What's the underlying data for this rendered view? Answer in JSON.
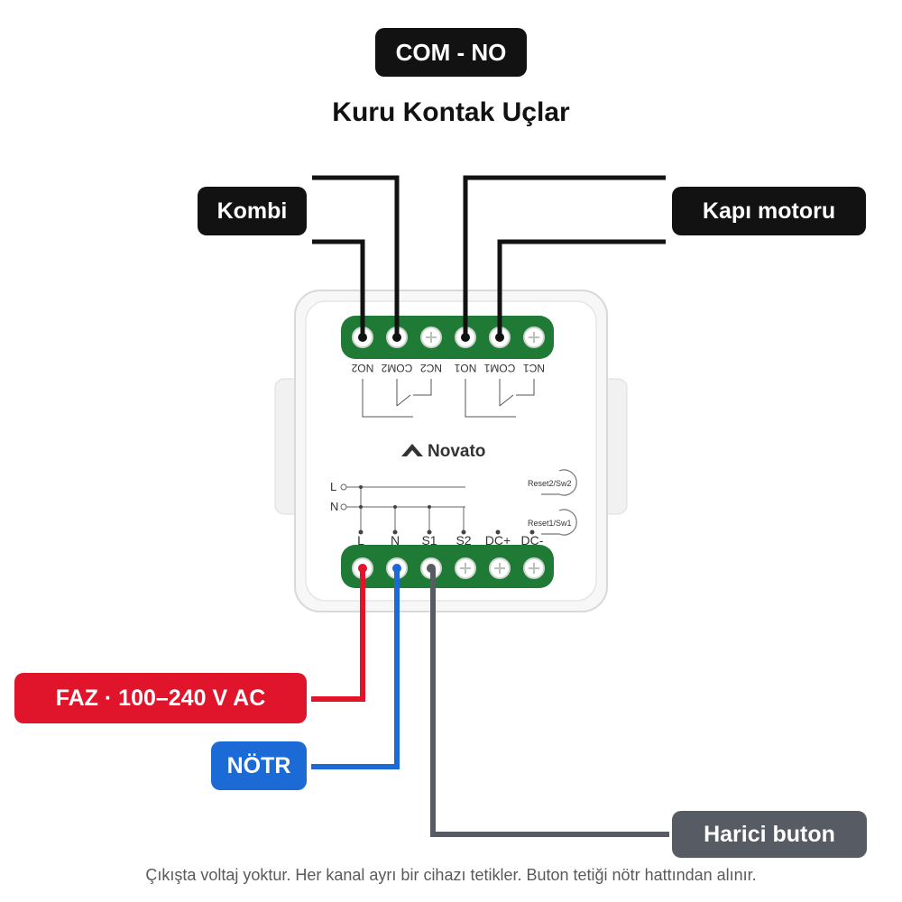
{
  "header": {
    "mode_badge": "COM - NO",
    "title": "Kuru Kontak Uçlar"
  },
  "wire_labels": {
    "kombi": "Kombi",
    "kapi_motoru": "Kapı motoru",
    "faz": "FAZ · 100–240 V AC",
    "notr": "NÖTR",
    "harici_buton": "Harici buton"
  },
  "device": {
    "brand": "Novato",
    "top_terminals": [
      "NO2",
      "COM2",
      "NC2",
      "NO1",
      "COM1",
      "NC1"
    ],
    "bottom_terminals": [
      "L",
      "N",
      "S1",
      "S2",
      "DC+",
      "DC-"
    ],
    "schematic_lines": [
      "L",
      "N"
    ],
    "reset_buttons": [
      "Reset2/Sw2",
      "Reset1/Sw1"
    ]
  },
  "footer": {
    "note": "Çıkışta voltaj yoktur. Her kanal ayrı bir cihazı tetikler. Buton tetiği nötr hattından alınır."
  },
  "colors": {
    "phase_wire": "#e0142a",
    "neutral_wire": "#1c6ad6",
    "button_wire": "#575b63",
    "dry_contact_wire": "#121212",
    "terminal_block": "#1f7a36"
  }
}
